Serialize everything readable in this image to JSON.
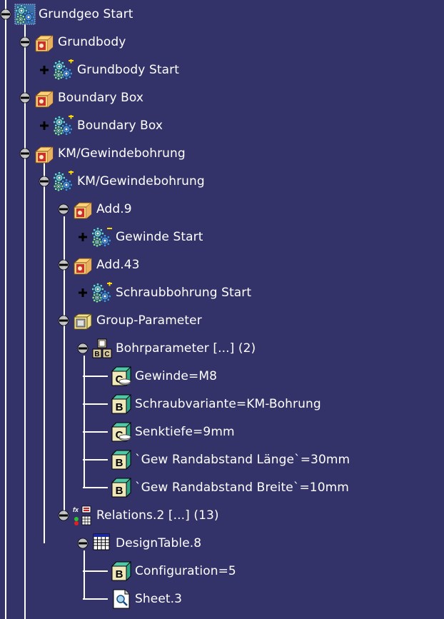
{
  "colors": {
    "background": "#33336a",
    "text": "#ffffff",
    "line": "#ffffff"
  },
  "tree": [
    {
      "label": "Grundgeo Start",
      "icon": "gears-product-icon",
      "toggle": "minus"
    },
    {
      "label": "Grundbody",
      "icon": "body-folder-icon",
      "toggle": "minus"
    },
    {
      "label": "Grundbody Start",
      "icon": "gears-plus-icon",
      "toggle": "plus"
    },
    {
      "label": "Boundary Box",
      "icon": "body-folder-icon",
      "toggle": "minus"
    },
    {
      "label": "Boundary Box",
      "icon": "gears-plus-icon",
      "toggle": "plus"
    },
    {
      "label": "KM/Gewindebohrung",
      "icon": "body-folder-icon",
      "toggle": "minus"
    },
    {
      "label": "KM/Gewindebohrung",
      "icon": "gears-plus-icon",
      "toggle": "minus"
    },
    {
      "label": "Add.9",
      "icon": "body-folder-icon",
      "toggle": "minus"
    },
    {
      "label": "Gewinde Start",
      "icon": "gears-minus-icon",
      "toggle": "plus"
    },
    {
      "label": "Add.43",
      "icon": "body-folder-icon",
      "toggle": "minus"
    },
    {
      "label": "Schraubbohrung Start",
      "icon": "gears-plus-icon",
      "toggle": "plus"
    },
    {
      "label": "Group-Parameter",
      "icon": "group-folder-icon",
      "toggle": "minus"
    },
    {
      "label": "Bohrparameter [...] (2)",
      "icon": "parameter-set-icon",
      "toggle": "minus"
    },
    {
      "label": "Gewinde=M8",
      "icon": "parameter-string-icon",
      "toggle": "none"
    },
    {
      "label": "Schraubvariante=KM-Bohrung",
      "icon": "parameter-boolean-icon",
      "toggle": "none"
    },
    {
      "label": "Senktiefe=9mm",
      "icon": "parameter-string-icon",
      "toggle": "none"
    },
    {
      "label": "`Gew Randabstand Länge`=30mm",
      "icon": "parameter-boolean-icon",
      "toggle": "none"
    },
    {
      "label": "`Gew Randabstand Breite`=10mm",
      "icon": "parameter-boolean-icon",
      "toggle": "none"
    },
    {
      "label": "Relations.2 [...] (13)",
      "icon": "relations-icon",
      "toggle": "minus"
    },
    {
      "label": "DesignTable.8",
      "icon": "design-table-icon",
      "toggle": "minus"
    },
    {
      "label": "Configuration=5",
      "icon": "parameter-boolean-icon",
      "toggle": "none"
    },
    {
      "label": "Sheet.3",
      "icon": "sheet-icon",
      "toggle": "none"
    }
  ]
}
